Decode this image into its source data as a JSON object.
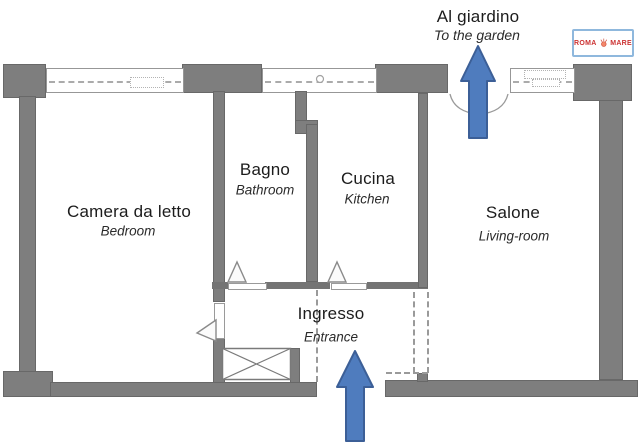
{
  "garden": {
    "label": "Al giardino",
    "translation": "To the garden"
  },
  "rooms": [
    {
      "name": "Camera da letto",
      "translation": "Bedroom"
    },
    {
      "name": "Bagno",
      "translation": "Bathroom"
    },
    {
      "name": "Cucina",
      "translation": "Kitchen"
    },
    {
      "name": "Salone",
      "translation": "Living-room"
    },
    {
      "name": "Ingresso",
      "translation": "Entrance"
    }
  ],
  "logo": {
    "left": "ROMA",
    "right": "MARE"
  },
  "colors": {
    "wall": "#7e7e7e",
    "arrow_fill": "#4f7cbe",
    "arrow_stroke": "#3c5f97",
    "logo_text": "#cc3333",
    "logo_border": "#8fb8dd"
  }
}
